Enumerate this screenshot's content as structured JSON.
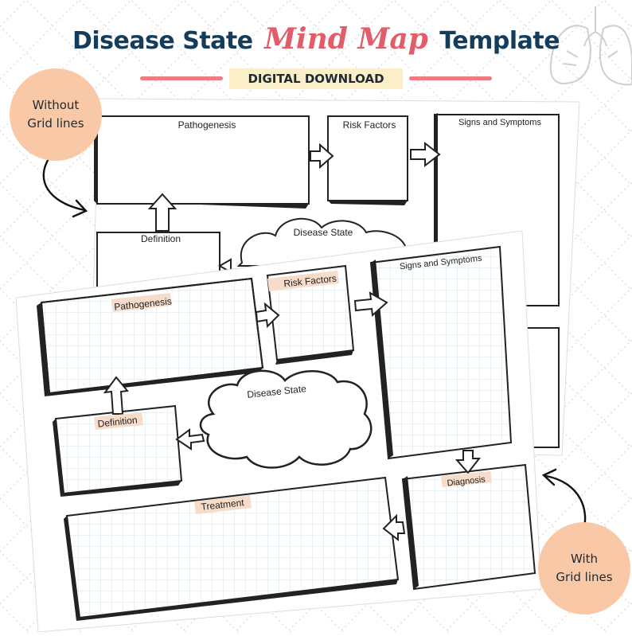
{
  "header": {
    "title_part1": "Disease State",
    "title_script": "Mind Map",
    "title_part2": "Template",
    "subtitle": "DIGITAL DOWNLOAD"
  },
  "badges": {
    "without": [
      "Without",
      "Grid lines"
    ],
    "with": [
      "With",
      "Grid lines"
    ]
  },
  "template_labels": {
    "pathogenesis": "Pathogenesis",
    "risk_factors": "Risk Factors",
    "signs_symptoms": "Signs and Symptoms",
    "definition": "Definition",
    "disease_state": "Disease State",
    "diagnosis": "Diagnosis",
    "treatment": "Treatment"
  },
  "colors": {
    "title_navy": "#143d5c",
    "title_script": "#e25c6a",
    "accent_bar": "#ef7b82",
    "subtitle_bg": "#fbefc9",
    "badge_peach": "#f9c9a7",
    "label_highlight": "#f7dcc9",
    "grid_line": "#c9dde3"
  }
}
